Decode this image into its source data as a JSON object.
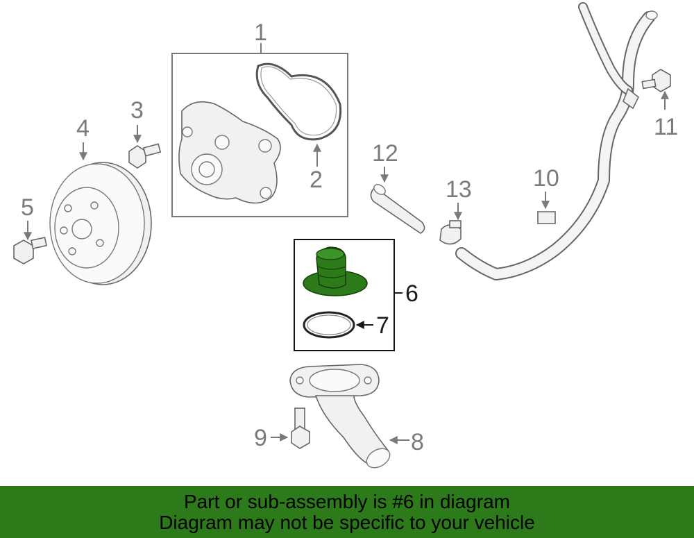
{
  "colors": {
    "highlight_green": "#2d7a1b",
    "banner_background": "#2d7a1b",
    "callout_gray": "#7a7a7a",
    "callout_highlight": "#1a1a1a"
  },
  "callouts": {
    "c1": "1",
    "c2": "2",
    "c3": "3",
    "c4": "4",
    "c5": "5",
    "c6": "6",
    "c7": "7",
    "c8": "8",
    "c9": "9",
    "c10": "10",
    "c11": "11",
    "c12": "12",
    "c13": "13"
  },
  "highlighted_part": "6",
  "banner": {
    "line1": "Part or sub-assembly is #6 in diagram",
    "line2": "Diagram may not be specific to your vehicle"
  }
}
